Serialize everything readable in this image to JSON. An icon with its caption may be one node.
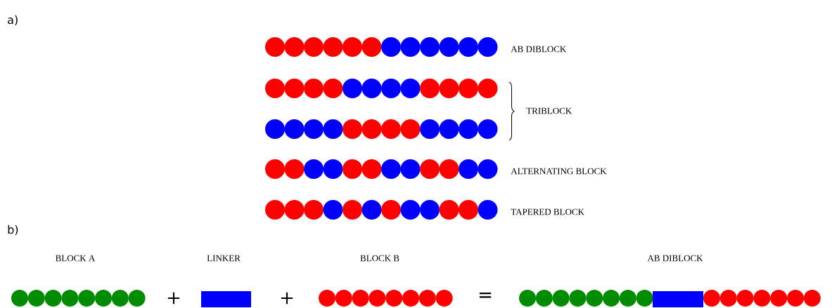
{
  "diagram": {
    "labels": [
      "a)",
      "AB DIBLOCK",
      "TRIBLOCK",
      "ALTERNATING BLOCK",
      "TAPERED BLOCK",
      "b)",
      "BLOCK A",
      "LINKER",
      "BLOCK B",
      "AB DIBLOCK",
      "+",
      "+",
      "="
    ]
  }
}
